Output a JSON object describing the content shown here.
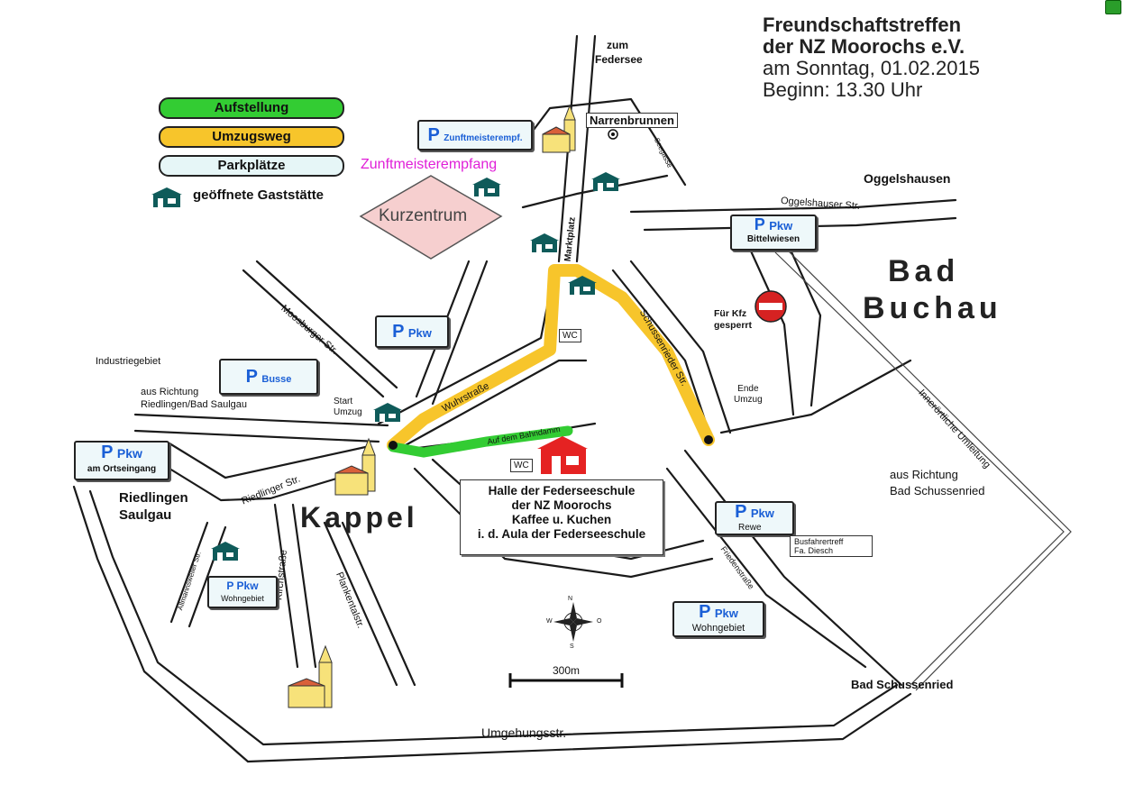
{
  "title": {
    "line1": "Freundschaftstreffen",
    "line2": "der NZ Moorochs e.V.",
    "line3": "am Sonntag, 01.02.2015",
    "line4": "Beginn:   13.30 Uhr"
  },
  "legend": {
    "aufstellung": "Aufstellung",
    "umzugsweg": "Umzugsweg",
    "parkplaetze": "Parkplätze",
    "gaststaette": "geöffnete Gaststätte",
    "colors": {
      "aufstellung": "#33cc33",
      "umzugsweg": "#f7c52b",
      "parkplaetze": "#e6f6f7",
      "gaststaette_icon": "#0f5b5a"
    }
  },
  "places": {
    "zum_federsee": "zum Federsee",
    "narrenbrunnen": "Narrenbrunnen",
    "zunftmeisterempfang": "Zunftmeisterempfang",
    "kurzentrum": "Kurzentrum",
    "oggelshausen": "Oggelshausen",
    "bad_buchau_1": "Bad",
    "bad_buchau_2": "Buchau",
    "industriegebiet": "Industriegebiet",
    "aus_richtung_1": "aus Richtung",
    "aus_richtung_2": "Riedlingen/Bad Saulgau",
    "riedlingen": "Riedlingen",
    "saulgau": "Saulgau",
    "kappel": "Kappel",
    "start_umzug_1": "Start",
    "start_umzug_2": "Umzug",
    "ende_umzug_1": "Ende",
    "ende_umzug_2": "Umzug",
    "fuer_kfz_1": "Für Kfz",
    "fuer_kfz_2": "gesperrt",
    "aus_schussenried_1": "aus Richtung",
    "aus_schussenried_2": "Bad Schussenried",
    "bad_schussenried": "Bad Schussenried",
    "umgehungsstr": "Umgehungsstr.",
    "scale": "300m",
    "wc": "WC"
  },
  "streets": {
    "moosburger": "Moosburger Str.",
    "oggelshauser": "Oggelshauser Str.",
    "marktplatz": "Marktplatz",
    "seegasse": "Seegasse",
    "wuhrstrasse": "Wuhrstraße",
    "schussenrieder": "Schussenrieder Str.",
    "auf_dem_bahndamm": "Auf dem Bahndamm",
    "riedlinger": "Riedlinger Str.",
    "kirchstrasse": "Kirchstraße",
    "plankental": "Plankentalstr.",
    "allmannsweiler": "Allmannsweiler Str.",
    "friedenstrasse": "Friedenstraße",
    "innerortliche": "Innerörtliche Umleitung"
  },
  "parking": [
    {
      "p": "P",
      "label": "Zunftmeisterempf."
    },
    {
      "p": "P",
      "label": "Pkw",
      "sub": "Bittelwiesen"
    },
    {
      "p": "P",
      "label": "Pkw"
    },
    {
      "p": "P",
      "label": "Busse"
    },
    {
      "p": "P",
      "label": "Pkw",
      "sub": "am Ortseingang"
    },
    {
      "p": "P",
      "label": "Pkw",
      "sub": "Rewe"
    },
    {
      "p": "P Pkw",
      "sub": "Wohngebiet"
    },
    {
      "p": "P",
      "label": "Pkw",
      "sub": "Wohngebiet"
    }
  ],
  "busfahrertreff": {
    "line1": "Busfahrertreff",
    "line2": "Fa. Diesch"
  },
  "halle": {
    "line1": "Halle der Federseeschule",
    "line2": "der NZ Moorochs",
    "line3": "Kaffee u. Kuchen",
    "line4": "i. d. Aula der Federseeschule"
  },
  "compass": {
    "n": "N",
    "s": "S",
    "w": "W",
    "o": "O"
  }
}
